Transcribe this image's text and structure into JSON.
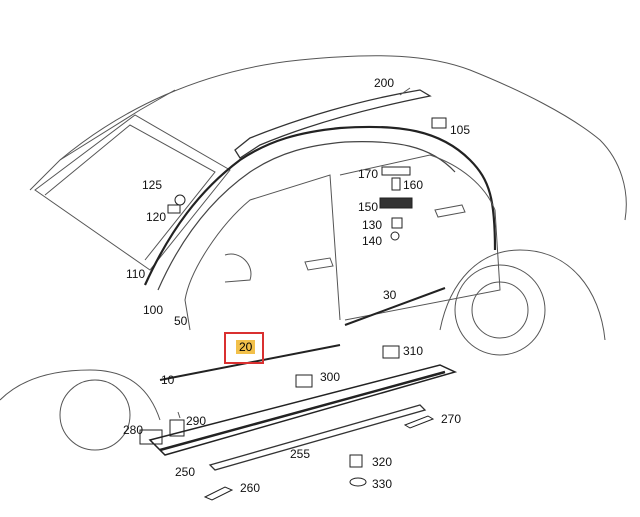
{
  "diagram": {
    "highlight_color": "#d93030",
    "highlight_fill": "#f2c04a",
    "highlighted_part": "20",
    "parts": [
      "200",
      "105",
      "170",
      "160",
      "150",
      "130",
      "140",
      "125",
      "120",
      "110",
      "100",
      "50",
      "30",
      "20",
      "10",
      "310",
      "300",
      "290",
      "280",
      "270",
      "250",
      "255",
      "320",
      "330",
      "260"
    ]
  }
}
